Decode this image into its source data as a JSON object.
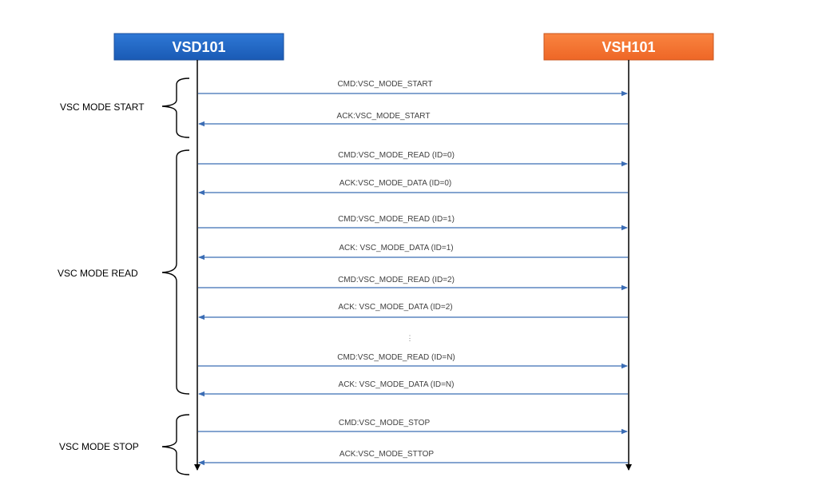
{
  "actors": {
    "left": {
      "name": "VSD101",
      "color": "#1F66C7"
    },
    "right": {
      "name": "VSH101",
      "color": "#F0702F"
    }
  },
  "colors": {
    "arrow": "#3B6DB5",
    "lifeline": "#000000",
    "brace": "#000000"
  },
  "phases": [
    {
      "label": "VSC MODE START"
    },
    {
      "label": "VSC MODE READ"
    },
    {
      "label": "VSC MODE STOP"
    }
  ],
  "messages": [
    {
      "label": "CMD:VSC_MODE_START",
      "direction": "right",
      "phase": 0
    },
    {
      "label": "ACK:VSC_MODE_START",
      "direction": "left",
      "phase": 0
    },
    {
      "label": "CMD:VSC_MODE_READ (ID=0)",
      "direction": "right",
      "phase": 1
    },
    {
      "label": "ACK:VSC_MODE_DATA (ID=0)",
      "direction": "left",
      "phase": 1
    },
    {
      "label": "CMD:VSC_MODE_READ (ID=1)",
      "direction": "right",
      "phase": 1
    },
    {
      "label": "ACK: VSC_MODE_DATA (ID=1)",
      "direction": "left",
      "phase": 1
    },
    {
      "label": "CMD:VSC_MODE_READ (ID=2)",
      "direction": "right",
      "phase": 1
    },
    {
      "label": "ACK: VSC_MODE_DATA (ID=2)",
      "direction": "left",
      "phase": 1
    },
    {
      "label": "CMD:VSC_MODE_READ (ID=N)",
      "direction": "right",
      "phase": 1
    },
    {
      "label": "ACK: VSC_MODE_DATA (ID=N)",
      "direction": "left",
      "phase": 1
    },
    {
      "label": "CMD:VSC_MODE_STOP",
      "direction": "right",
      "phase": 2
    },
    {
      "label": "ACK:VSC_MODE_STTOP",
      "direction": "left",
      "phase": 2
    }
  ],
  "ellipsis": "⋮"
}
